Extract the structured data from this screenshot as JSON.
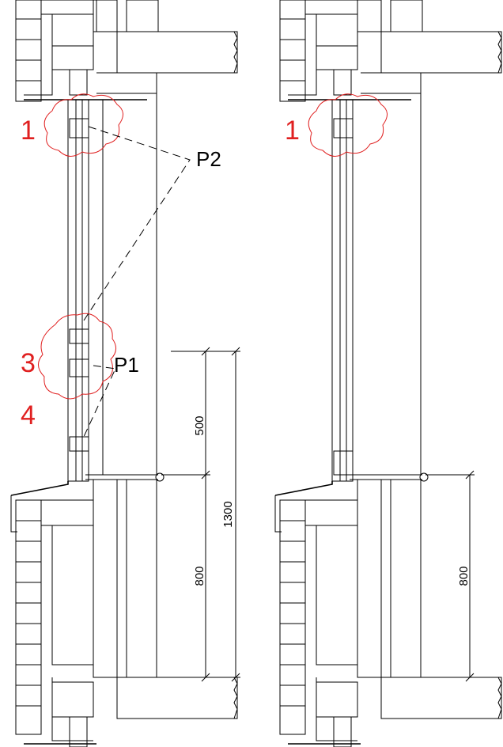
{
  "markers": {
    "m1": "1",
    "m3": "3",
    "m4": "4",
    "right_m1": "1"
  },
  "labels": {
    "p1": "P1",
    "p2": "P2"
  },
  "dimensions": {
    "d500": "500",
    "d800": "800",
    "d1300": "1300",
    "right_d800": "800"
  },
  "colors": {
    "marker": "#e02020",
    "line": "#000000"
  }
}
